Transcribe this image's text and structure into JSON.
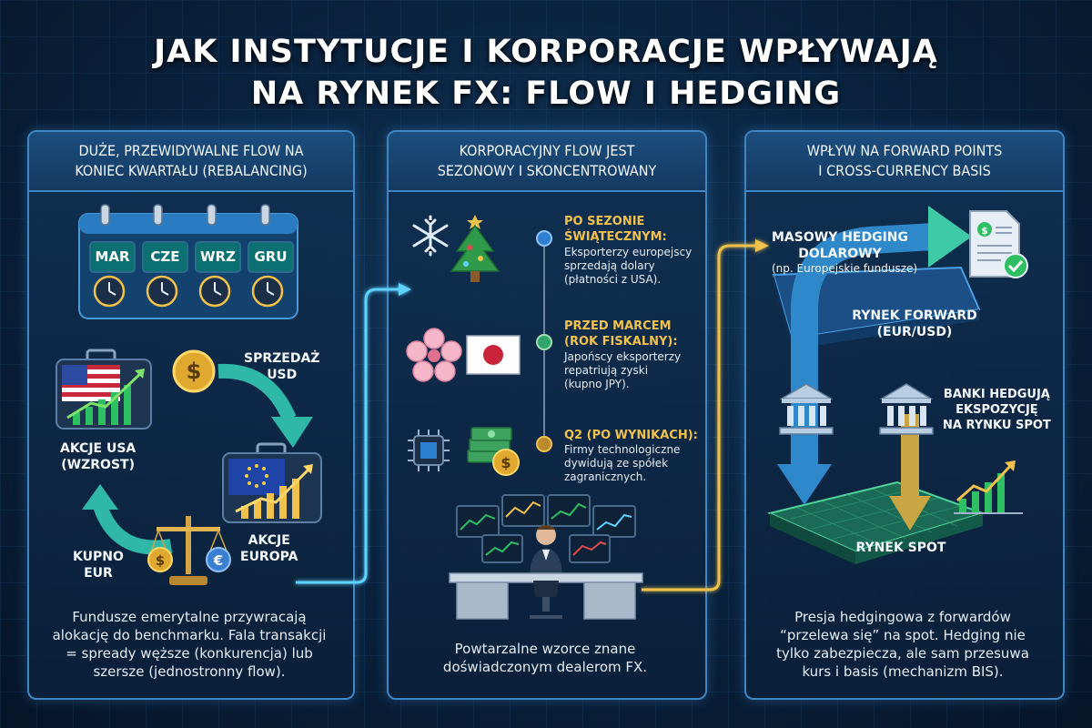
{
  "title": {
    "line1": "JAK INSTYTUCJE I KORPORACJE WPŁYWAJĄ",
    "line2": "NA RYNEK FX: FLOW I HEDGING"
  },
  "panel1": {
    "heading_line1": "DUŻE, PRZEWIDYWALNE FLOW NA",
    "heading_line2": "KONIEC KWARTAŁU (REBALANCING)",
    "months": [
      "MAR",
      "CZE",
      "WRZ",
      "GRU"
    ],
    "label_sell_line1": "SPRZEDAŻ",
    "label_sell_line2": "USD",
    "label_us_line1": "AKCJE USA",
    "label_us_line2": "(WZROST)",
    "label_eu_line1": "AKCJE",
    "label_eu_line2": "EUROPA",
    "label_buy_line1": "KUPNO",
    "label_buy_line2": "EUR",
    "caption_line1": "Fundusze emerytalne przywracają",
    "caption_line2": "alokację do benchmarku. Fala transakcji",
    "caption_line3": "= spready węższe (konkurencja) lub",
    "caption_line4": "szersze (jednostronny flow)."
  },
  "panel2": {
    "heading_line1": "KORPORACYJNY FLOW JEST",
    "heading_line2": "SEZONOWY I SKONCENTROWANY",
    "item1_title_line1": "PO SEZONIE",
    "item1_title_line2": "ŚWIĄTECZNYM:",
    "item1_desc_line1": "Eksporterzy europejscy",
    "item1_desc_line2": "sprzedają dolary",
    "item1_desc_line3": "(płatności z USA).",
    "item2_title_line1": "PRZED MARCEM",
    "item2_title_line2": "(ROK FISKALNY):",
    "item2_desc_line1": "Japońscy eksporterzy",
    "item2_desc_line2": "repatriują zyski",
    "item2_desc_line3": "(kupno JPY).",
    "item3_title_line1": "Q2 (PO WYNIKACH):",
    "item3_desc_line1": "Firmy technologiczne",
    "item3_desc_line2": "dywidują ze spółek",
    "item3_desc_line3": "zagranicznych.",
    "caption_line1": "Powtarzalne wzorce znane",
    "caption_line2": "doświadczonym dealerom FX."
  },
  "panel3": {
    "heading_line1": "WPŁYW NA FORWARD POINTS",
    "heading_line2": "I CROSS-CURRENCY BASIS",
    "hedge_line1": "MASOWY HEDGING",
    "hedge_line2": "DOLAROWY",
    "hedge_sub": "(np. Europejskie fundusze)",
    "forward_line1": "RYNEK FORWARD",
    "forward_line2": "(EUR/USD)",
    "banks_line1": "BANKI HEDGUJĄ",
    "banks_line2": "EKSPOZYCJĘ",
    "banks_line3": "NA RYNKU SPOT",
    "spot_label": "RYNEK SPOT",
    "caption_line1": "Presja hedgingowa z forwardów",
    "caption_line2": "“przelewa się” na spot. Hedging nie",
    "caption_line3": "tylko zabezpiecza, ale sam przesuwa",
    "caption_line4": "kurs i basis (mechanizm BIS)."
  },
  "colors": {
    "background": "#0a2440",
    "panel_border": "#3f86c2",
    "accent_gold": "#f1c24b",
    "accent_teal": "#2fb7a8",
    "accent_cyan": "#5fd3ff",
    "accent_green": "#2fbf63"
  }
}
